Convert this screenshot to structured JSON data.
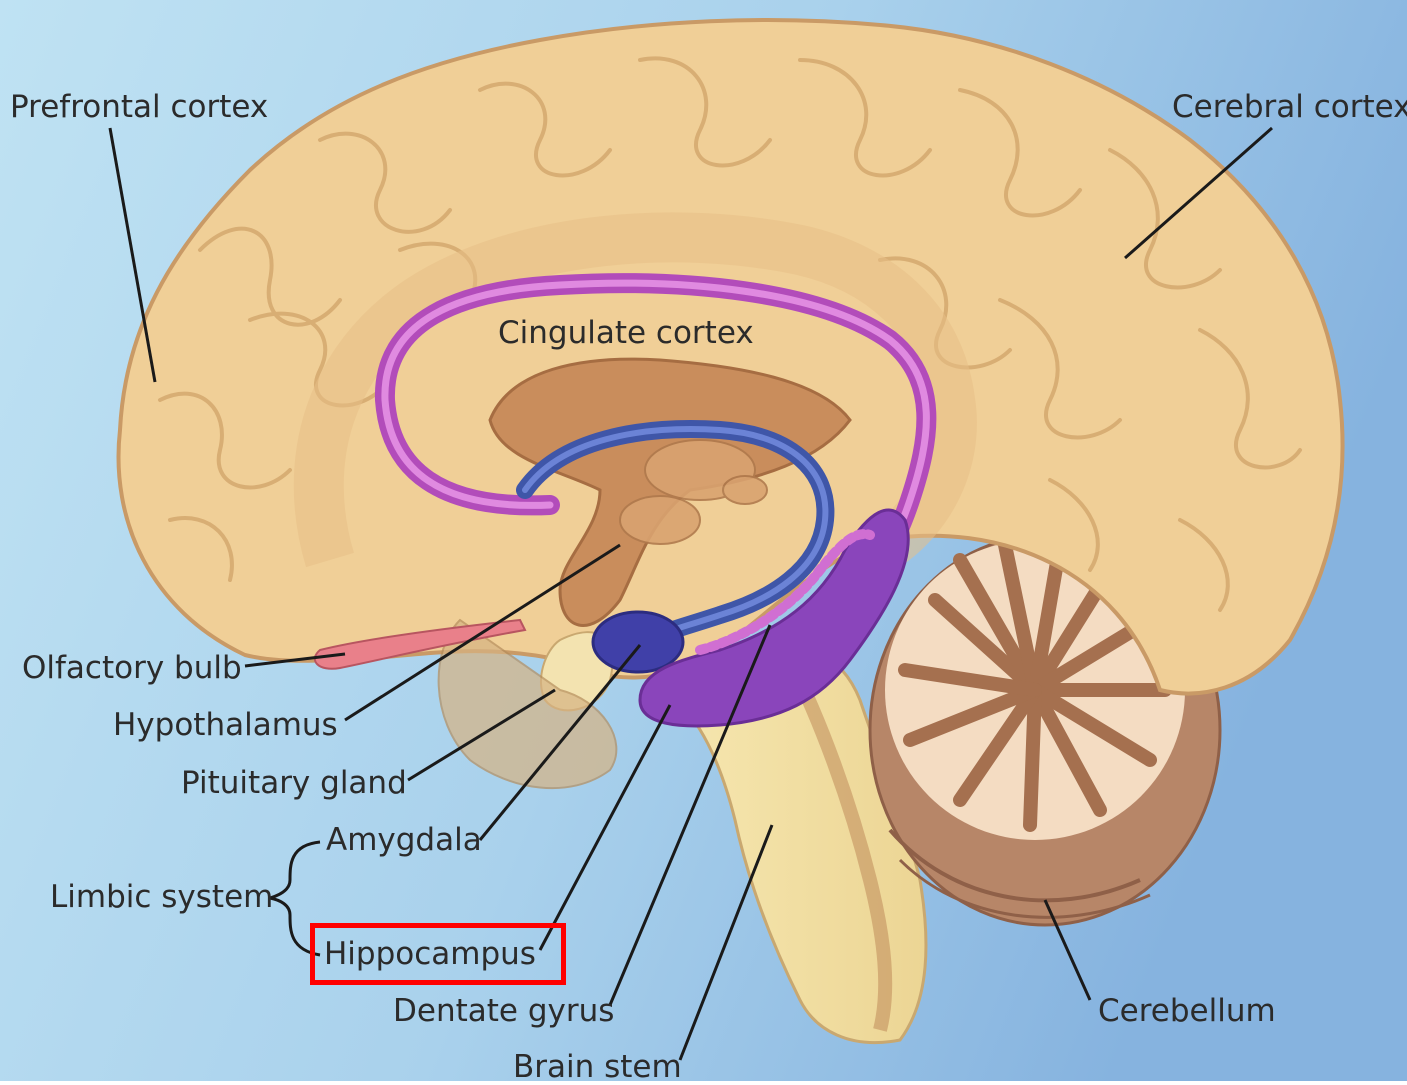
{
  "diagram": {
    "labels": {
      "prefrontal_cortex": "Prefrontal cortex",
      "cerebral_cortex": "Cerebral cortex",
      "cingulate_cortex": "Cingulate cortex",
      "olfactory_bulb": "Olfactory bulb",
      "hypothalamus": "Hypothalamus",
      "pituitary_gland": "Pituitary gland",
      "amygdala": "Amygdala",
      "limbic_system": "Limbic system",
      "hippocampus": "Hippocampus",
      "dentate_gyrus": "Dentate gyrus",
      "brain_stem": "Brain stem",
      "cerebellum": "Cerebellum"
    },
    "highlighted_label": "Hippocampus",
    "colors": {
      "highlight_border": "#ff0000",
      "cortex": "#f2d19a",
      "cingulate": "#c45cc6",
      "fornix": "#4a63b8",
      "hippocampus": "#8e4fc0",
      "cerebellum": "#b9876a",
      "brain_stem": "#f3e4a8"
    }
  }
}
